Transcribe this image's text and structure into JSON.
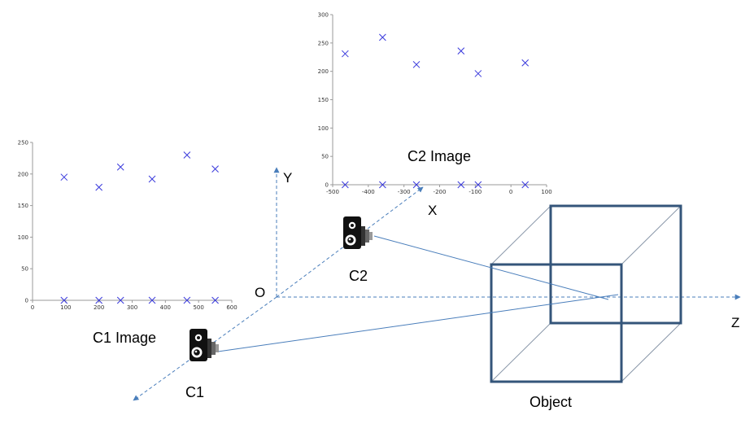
{
  "colors": {
    "axis": "#4a7ebb",
    "ray": "#4a7ebb",
    "cube_front": "#34557a",
    "cube_edge": "#8896a8",
    "marker": "#3a3adc",
    "plot_axis": "#9a9a9a"
  },
  "labels": {
    "origin": "O",
    "y_axis": "Y",
    "x_axis": "X",
    "z_axis": "Z",
    "cam1": "C1",
    "cam2": "C2",
    "c1_image": "C1 Image",
    "c2_image": "C2 Image",
    "object": "Object"
  },
  "icons": {
    "camera": "camera-icon"
  },
  "chart_data": [
    {
      "id": "c1",
      "type": "scatter",
      "title": "C1 Image",
      "xlim": [
        0,
        600
      ],
      "ylim": [
        0,
        250
      ],
      "xticks": [
        0,
        100,
        200,
        300,
        400,
        500,
        600
      ],
      "yticks": [
        0,
        50,
        100,
        150,
        200,
        250
      ],
      "grid": false,
      "series": [
        {
          "marker": "x",
          "x": [
            95,
            200,
            265,
            360,
            465,
            550
          ],
          "y": [
            195,
            179,
            211,
            192,
            230,
            208
          ]
        },
        {
          "marker": "x",
          "x": [
            95,
            200,
            265,
            360,
            465,
            550
          ],
          "y": [
            0,
            0,
            0,
            0,
            0,
            0
          ]
        }
      ]
    },
    {
      "id": "c2",
      "type": "scatter",
      "title": "C2 Image",
      "xlim": [
        -500,
        100
      ],
      "ylim": [
        0,
        300
      ],
      "xticks": [
        -500,
        -400,
        -300,
        -200,
        -100,
        0,
        100
      ],
      "yticks": [
        0,
        50,
        100,
        150,
        200,
        250,
        300
      ],
      "grid": false,
      "series": [
        {
          "marker": "x",
          "x": [
            -465,
            -360,
            -265,
            -140,
            -92,
            40
          ],
          "y": [
            231,
            260,
            212,
            236,
            196,
            215
          ]
        },
        {
          "marker": "x",
          "x": [
            -465,
            -360,
            -265,
            -140,
            -92,
            40
          ],
          "y": [
            0,
            0,
            0,
            0,
            0,
            0
          ]
        }
      ]
    }
  ]
}
